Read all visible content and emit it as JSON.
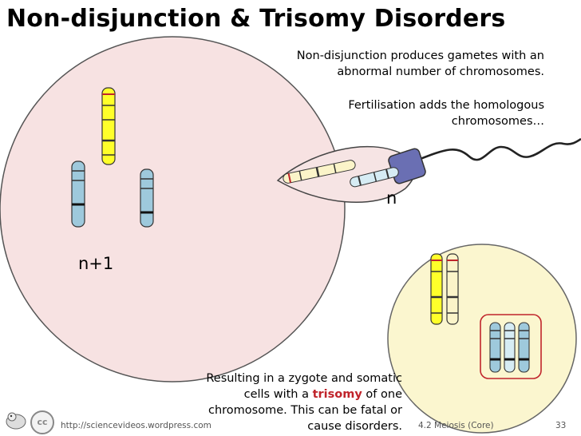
{
  "slide": {
    "title": "Non-disjunction & Trisomy Disorders",
    "intro_line1": "Non-disjunction produces gametes with an abnormal number of chromosomes.",
    "intro_line2": "Fertilisation adds the homologous chromosomes…",
    "label_egg": "n+1",
    "label_sperm": "n",
    "result_before": "Resulting in a zygote and somatic cells with a ",
    "result_highlight": "trisomy",
    "result_after": " of one chromosome. This can be fatal or cause disorders."
  },
  "footer": {
    "license_badge": "cc",
    "url": "http://sciencevideos.wordpress.com",
    "course": "4.2 Meiosis (Core)",
    "page": "33"
  },
  "colors": {
    "egg_fill": "#f7e2e2",
    "zygote_fill": "#fbf6cf",
    "sperm_head": "#f6e4e4",
    "sperm_midpiece": "#6a6fb3",
    "chromosome_blue": "#9ec9dc",
    "chromosome_yellow": "#ffff2a",
    "chromosome_cream": "#fbf4c9",
    "trisomy_box": "#c0242b",
    "highlight": "#c0242b"
  }
}
